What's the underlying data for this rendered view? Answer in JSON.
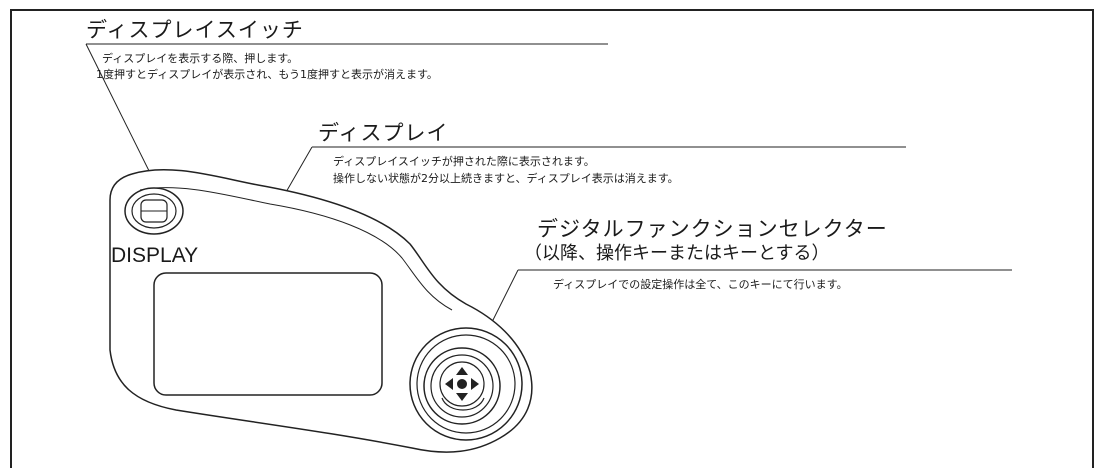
{
  "callouts": {
    "display_switch": {
      "title": "ディスプレイスイッチ",
      "lines": [
        "ディスプレイを表示する際、押します。",
        "1度押すとディスプレイが表示され、もう1度押すと表示が消えます。"
      ]
    },
    "display": {
      "title": "ディスプレイ",
      "lines": [
        "ディスプレイスイッチが押された際に表示されます。",
        "操作しない状態が2分以上続きますと、ディスプレイ表示は消えます。"
      ]
    },
    "selector": {
      "title": "デジタルファンクションセレクター",
      "subtitle": "（以降、操作キーまたはキーとする）",
      "lines": [
        "ディスプレイでの設定操作は全て、このキーにて行います。"
      ]
    }
  },
  "device": {
    "switch_label": "DISPLAY"
  }
}
